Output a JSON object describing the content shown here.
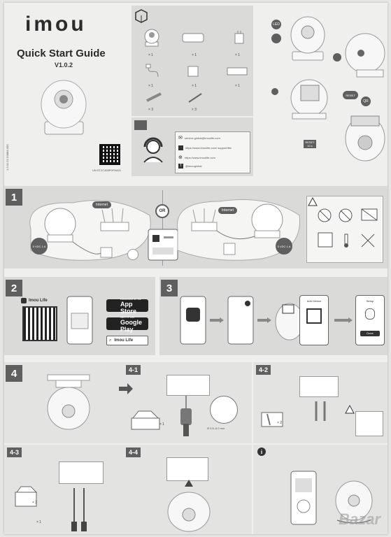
{
  "cover": {
    "brand": "imou",
    "title": "Quick Start Guide",
    "version": "V1.0.2",
    "qr_caption": "UN:ST2C455P0FNA01",
    "side_code": "1.2.01.22.C0883-000"
  },
  "box_contents": {
    "quantities": [
      "× 1",
      "× 1",
      "× 1",
      "× 1",
      "× 1",
      "× 1",
      "× 3",
      "× 3"
    ]
  },
  "contact": {
    "email": "service.global@imoulife.com",
    "support": "https://www.imoulife.com/ support/list",
    "website": "https://www.imoulife.com",
    "facebook": "@imouglobal"
  },
  "camera_labels": {
    "led": "LED",
    "reset": "RESET",
    "qr": "QR",
    "reset_hint": "RESET 10 s"
  },
  "step1": {
    "number": "1",
    "internet_a": "Internet",
    "internet_b": "Internet",
    "or": "OR",
    "power_a": "5 VDC 1 A",
    "power_b": "5 VDC 1 A"
  },
  "step2": {
    "number": "2",
    "app_name": "Imou Life",
    "app_store_small": "Download on the",
    "app_store": "App Store",
    "google_small": "GET IT ON",
    "google_play": "Google Play",
    "search_label": "Imou Life"
  },
  "step3": {
    "number": "3",
    "add_device": "Add Device",
    "setup": "Setup",
    "done": "Done"
  },
  "step4": {
    "number": "4",
    "sub1": "4-1",
    "sub2": "4-2",
    "sub3": "4-3",
    "sub4": "4-4",
    "qty_x1": "× 1",
    "qty_x2_a": "× 2",
    "qty_x2_b": "× 2",
    "qty_x1_b": "× 1",
    "drill": "Ø 5.5–6.0 mm",
    "info": "i"
  },
  "watermark": "Bazar"
}
